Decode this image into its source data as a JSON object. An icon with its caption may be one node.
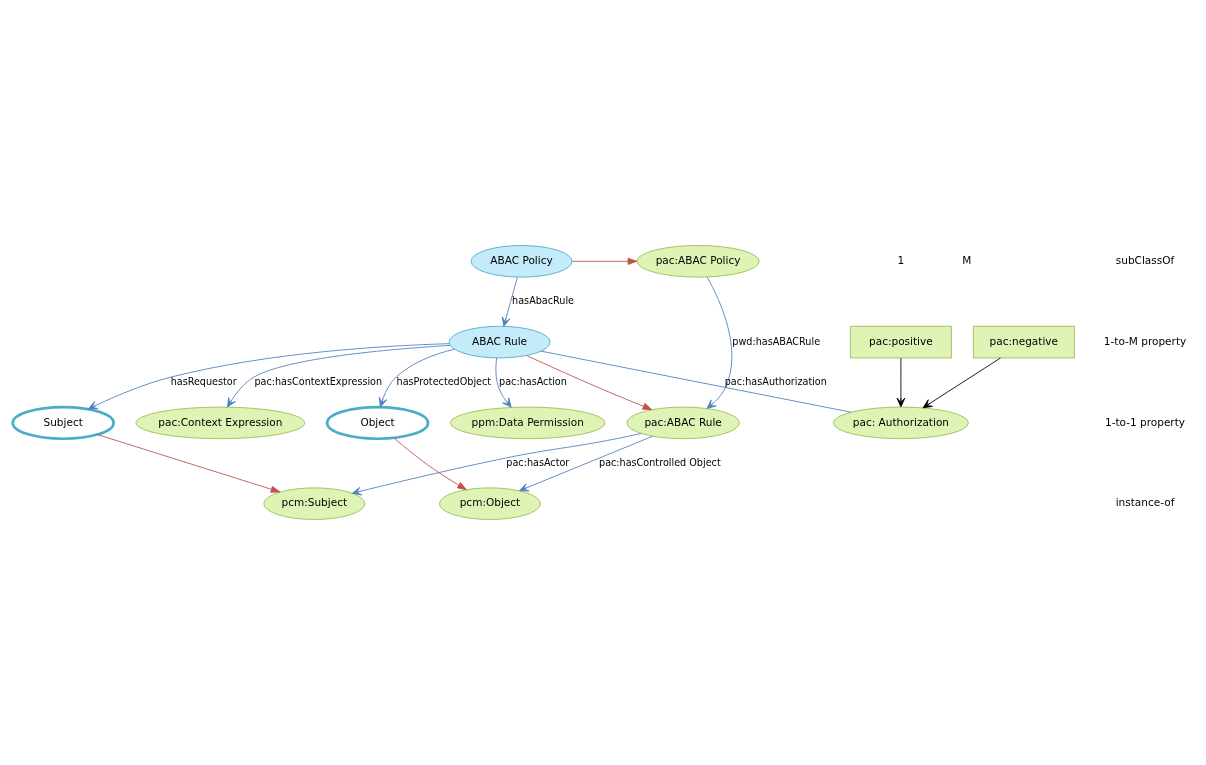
{
  "diagram": {
    "nodes": [
      {
        "text": [
          "pac:ABAC Policy"
        ]
      },
      {
        "text": [
          "ABAC Policy"
        ]
      },
      {
        "text": [
          "pac:ABAC Rule"
        ]
      },
      {
        "text": [
          "ABAC Rule"
        ]
      },
      {
        "text": [
          "Object"
        ]
      },
      {
        "text": [
          "pac: Authorization"
        ]
      },
      {
        "text": [
          "ppm:Data Permission"
        ]
      },
      {
        "text": [
          "Subject"
        ]
      },
      {
        "text": [
          "pac:Context Expression"
        ]
      },
      {
        "text": [
          "pac:positive"
        ]
      },
      {
        "text": [
          "pac:negative"
        ]
      },
      {
        "text": [
          "pcm:Object"
        ]
      },
      {
        "text": [
          "pcm:Subject"
        ]
      }
    ],
    "edges": [
      {
        "from": 1,
        "to": 0,
        "arrow": "to",
        "color": "#c0504d"
      },
      {
        "from": 0,
        "to": 2,
        "arrow": "to",
        "label": "pwd:hasABACRule"
      },
      {
        "from": 1,
        "to": 3,
        "arrow": "to",
        "label": "hasAbacRule"
      },
      {
        "from": 3,
        "to": 2,
        "arrow": "to",
        "color": "#c0504d"
      },
      {
        "from": 3,
        "to": 4,
        "arrow": "to",
        "label": "hasProtectedObject"
      },
      {
        "from": 3,
        "to": 5,
        "arrow": "none",
        "label": "pac:hasAuthorization"
      },
      {
        "from": 3,
        "to": 6,
        "arrow": "to",
        "label": "pac:hasAction"
      },
      {
        "from": 3,
        "to": 7,
        "arrow": "to",
        "label": "hasRequestor"
      },
      {
        "from": 3,
        "to": 8,
        "arrow": "to",
        "label": "pac:hasContextExpression"
      },
      {
        "from": 9,
        "to": 5,
        "arrow": "to",
        "color": "#000000"
      },
      {
        "from": 10,
        "to": 5,
        "arrow": "to",
        "color": "#000000"
      },
      {
        "from": 4,
        "to": 11,
        "arrow": "to",
        "color": "#c0504d"
      },
      {
        "from": 7,
        "to": 12,
        "arrow": "to",
        "color": "#c0504d"
      },
      {
        "from": 2,
        "to": 11,
        "arrow": "to",
        "label": "pac:hasControlled Object"
      },
      {
        "from": 2,
        "to": 12,
        "arrow": "to",
        "label": "pac:hasActor"
      }
    ],
    "labels": [
      "1",
      "M"
    ],
    "legend": [
      {
        "text": "subClassOf"
      },
      {
        "text": "1-to-M property"
      },
      {
        "text": "1-to-1 property"
      },
      {
        "text": "instance-of"
      }
    ]
  }
}
